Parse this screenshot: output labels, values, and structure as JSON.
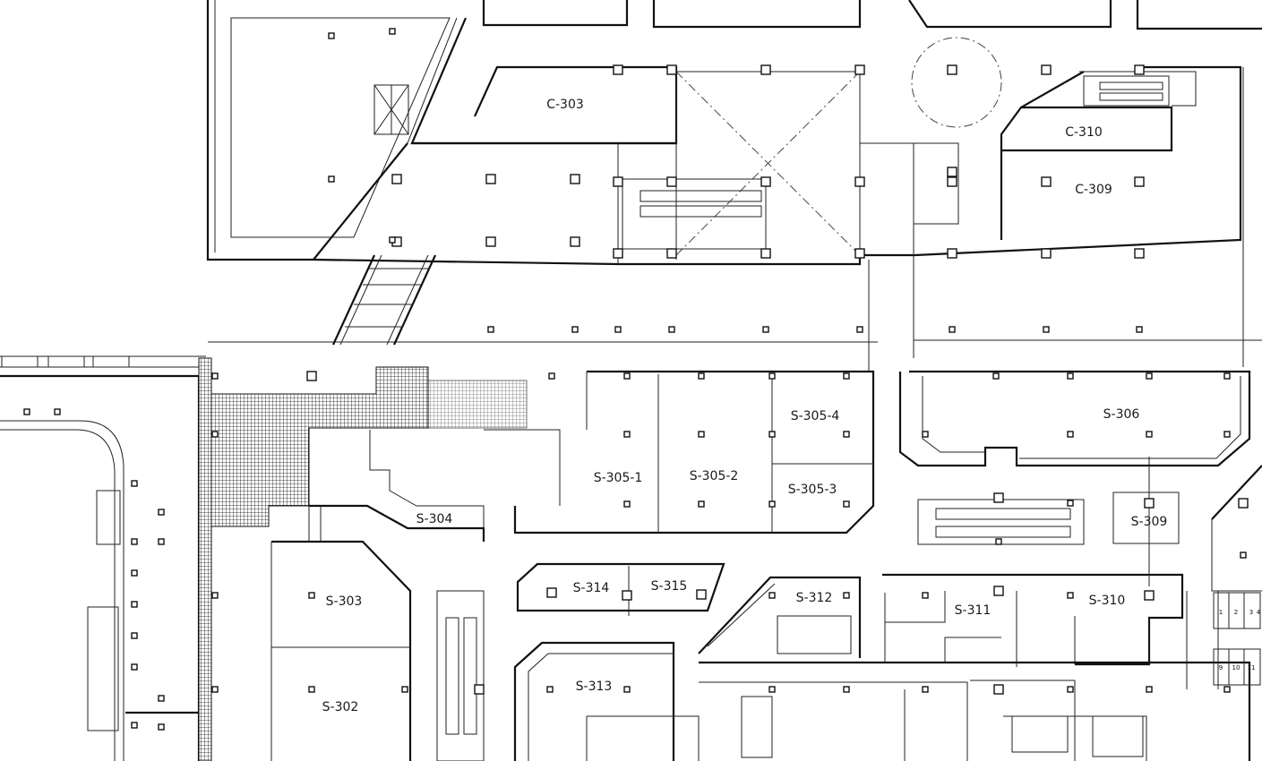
{
  "drawing": {
    "rooms": [
      {
        "id": "C-303",
        "label": "C-303"
      },
      {
        "id": "C-310",
        "label": "C-310"
      },
      {
        "id": "C-309",
        "label": "C-309"
      },
      {
        "id": "S-306",
        "label": "S-306"
      },
      {
        "id": "S-305-4",
        "label": "S-305-4"
      },
      {
        "id": "S-305-1",
        "label": "S-305-1"
      },
      {
        "id": "S-305-2",
        "label": "S-305-2"
      },
      {
        "id": "S-305-3",
        "label": "S-305-3"
      },
      {
        "id": "S-304",
        "label": "S-304"
      },
      {
        "id": "S-309",
        "label": "S-309"
      },
      {
        "id": "S-314",
        "label": "S-314"
      },
      {
        "id": "S-315",
        "label": "S-315"
      },
      {
        "id": "S-312",
        "label": "S-312"
      },
      {
        "id": "S-311",
        "label": "S-311"
      },
      {
        "id": "S-310",
        "label": "S-310"
      },
      {
        "id": "S-303",
        "label": "S-303"
      },
      {
        "id": "S-302",
        "label": "S-302"
      },
      {
        "id": "S-313",
        "label": "S-313"
      }
    ],
    "stall_numbers": [
      "1",
      "2",
      "3",
      "4",
      "9",
      "10",
      "11"
    ],
    "line_color": "#111111",
    "background_color": "#ffffff"
  }
}
